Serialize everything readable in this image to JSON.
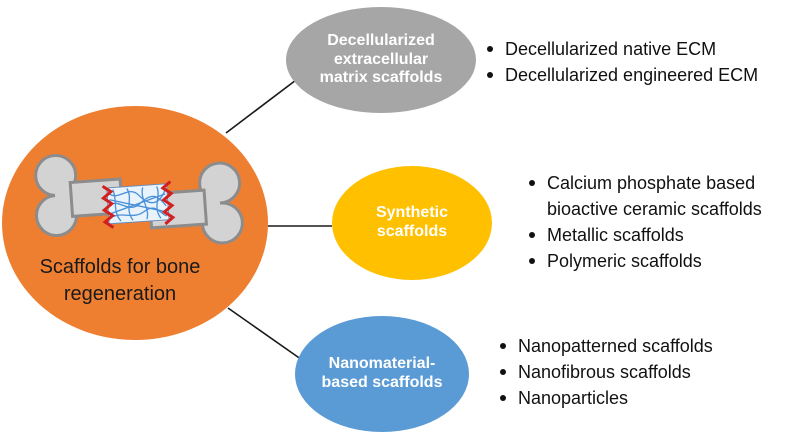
{
  "colors": {
    "main": "#ee7f31",
    "decellularized": "#a6a6a6",
    "synthetic": "#ffc000",
    "nanomaterial": "#5b9bd5",
    "connector": "#1a1a1a"
  },
  "main_node": {
    "label_lines": [
      "Scaffolds for bone",
      "regeneration"
    ],
    "icon": "bone-scaffold-icon"
  },
  "categories": [
    {
      "id": "decellularized",
      "title_lines": [
        "Decellularized",
        "extracellular",
        "matrix scaffolds"
      ],
      "items": [
        {
          "lines": [
            "Decellularized native ECM"
          ]
        },
        {
          "lines": [
            "Decellularized engineered ECM"
          ]
        }
      ]
    },
    {
      "id": "synthetic",
      "title_lines": [
        "Synthetic",
        "scaffolds"
      ],
      "items": [
        {
          "lines": [
            "Calcium phosphate based",
            "bioactive ceramic scaffolds"
          ]
        },
        {
          "lines": [
            "Metallic scaffolds"
          ]
        },
        {
          "lines": [
            "Polymeric scaffolds"
          ]
        }
      ]
    },
    {
      "id": "nanomaterial",
      "title_lines": [
        "Nanomaterial-",
        "based scaffolds"
      ],
      "items": [
        {
          "lines": [
            "Nanopatterned scaffolds"
          ]
        },
        {
          "lines": [
            "Nanofibrous scaffolds"
          ]
        },
        {
          "lines": [
            "Nanoparticles"
          ]
        }
      ]
    }
  ]
}
